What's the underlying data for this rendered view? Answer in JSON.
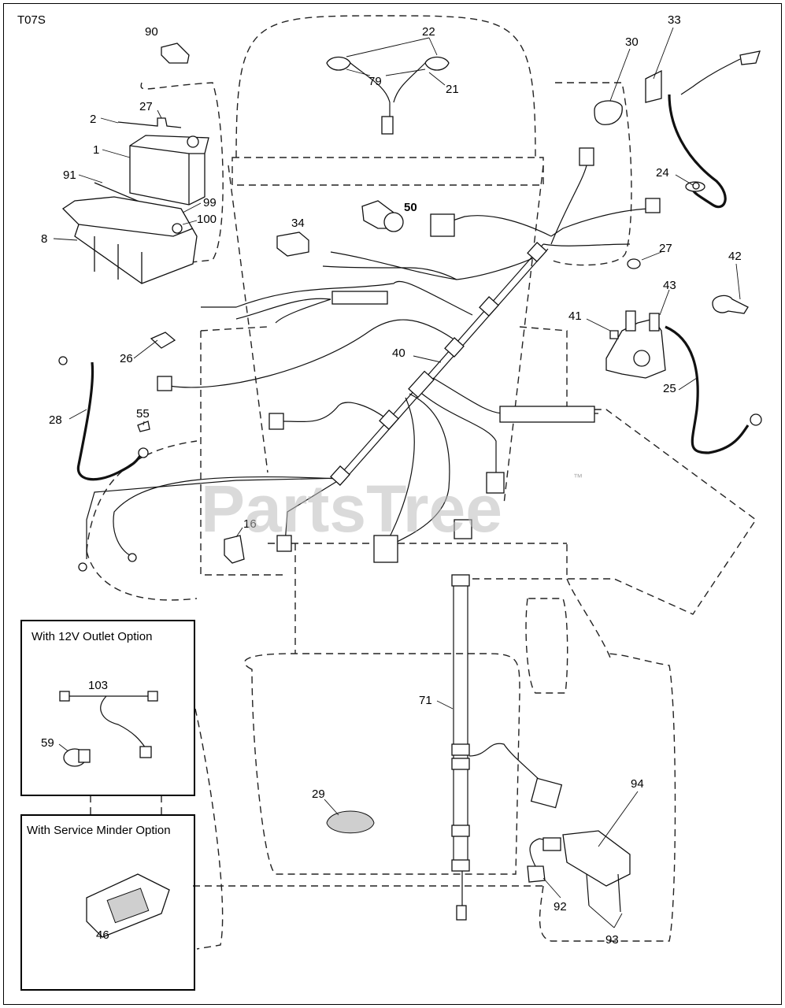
{
  "diagram_code": "T07S",
  "watermark": "PartsTree",
  "watermark_tm": "™",
  "options": {
    "outlet_12v": "With 12V Outlet Option",
    "service_minder": "With Service Minder Option"
  },
  "callouts": {
    "c1": "1",
    "c2": "2",
    "c8": "8",
    "c16": "16",
    "c21": "21",
    "c22": "22",
    "c24": "24",
    "c25": "25",
    "c26": "26",
    "c27a": "27",
    "c27b": "27",
    "c28": "28",
    "c29": "29",
    "c30": "30",
    "c33": "33",
    "c34": "34",
    "c40": "40",
    "c41": "41",
    "c42": "42",
    "c43": "43",
    "c46": "46",
    "c50": "50",
    "c55": "55",
    "c59": "59",
    "c71": "71",
    "c79": "79",
    "c90": "90",
    "c91": "91",
    "c92": "92",
    "c93": "93",
    "c94": "94",
    "c99": "99",
    "c100": "100",
    "c103": "103"
  }
}
